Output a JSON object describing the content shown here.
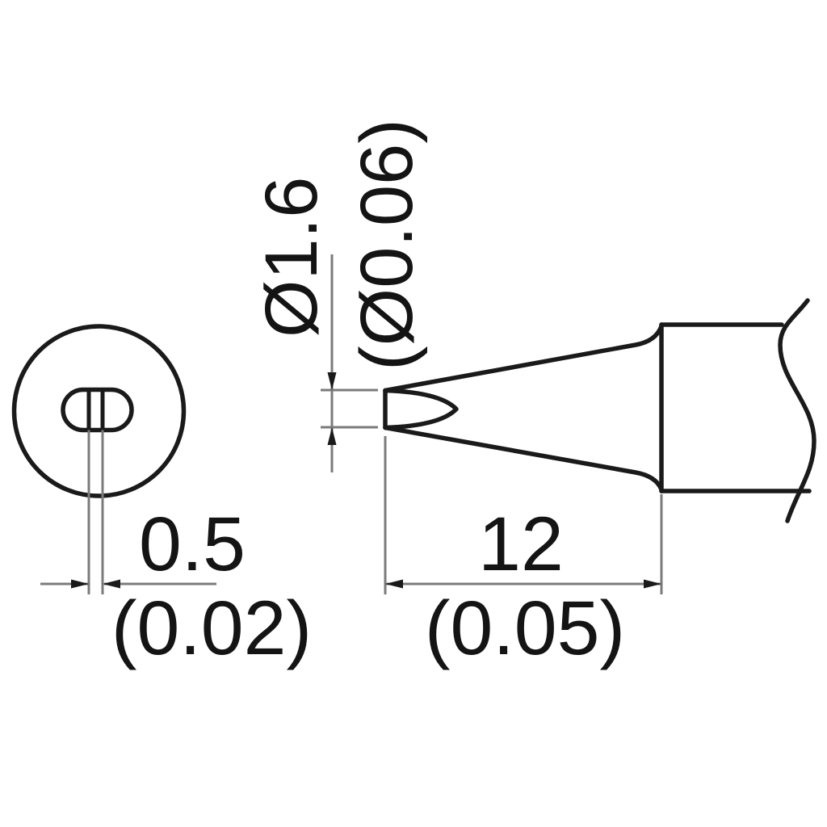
{
  "drawing": {
    "kind": "soldering-tip-dimension-drawing",
    "labels": {
      "tip_diameter_mm": "Ø1.6",
      "tip_diameter_inch": "(Ø0.06)",
      "edge_width_mm": "0.5",
      "edge_width_inch": "(0.02)",
      "tip_length_mm": "12",
      "tip_length_inch": "(0.05)"
    },
    "colors": {
      "outline": "#1a1a1a",
      "dimension_line": "#7b7b7b",
      "text": "#141414",
      "background": "#ffffff"
    }
  }
}
